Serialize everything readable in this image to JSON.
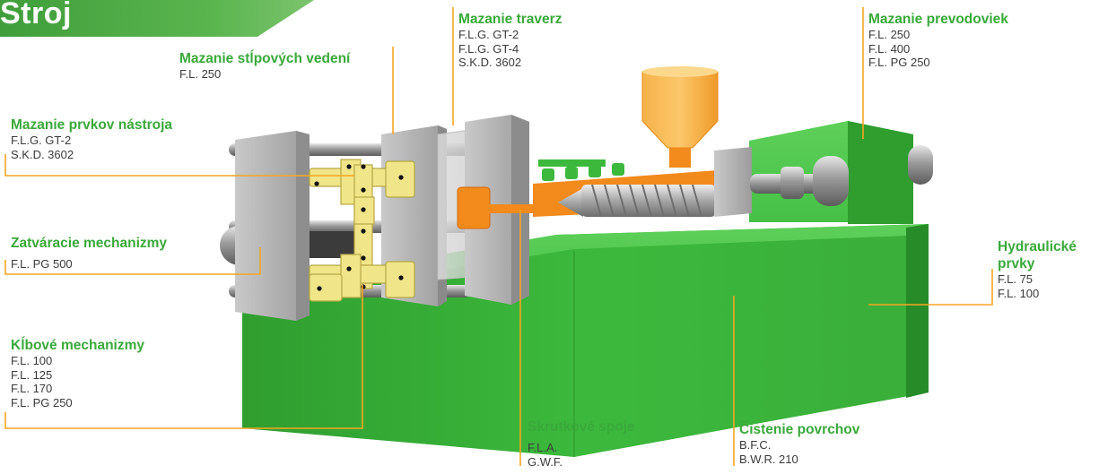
{
  "title": "Stroj",
  "colors": {
    "accent": "#3aa93a",
    "leader": "#f5a623",
    "machine_green": "#3cb93c",
    "orange": "#f28a1c",
    "yellow_parts": "#f1e58a"
  },
  "callouts": [
    {
      "id": "mazanie-stlpovych-vedeni",
      "heading": "Mazanie stĺpových vedení",
      "lines": [
        "F.L. 250"
      ]
    },
    {
      "id": "mazanie-traverz",
      "heading": "Mazanie traverz",
      "lines": [
        "F.L.G. GT-2",
        "F.L.G. GT-4",
        "S.K.D. 3602"
      ]
    },
    {
      "id": "mazanie-prevodoviek",
      "heading": "Mazanie prevodoviek",
      "lines": [
        "F.L. 250",
        "F.L. 400",
        "F.L. PG 250"
      ]
    },
    {
      "id": "mazanie-prvkov-nastroja",
      "heading": "Mazanie prvkov nástroja",
      "lines": [
        "F.L.G. GT-2",
        "S.K.D. 3602"
      ]
    },
    {
      "id": "zatvaracie-mechanizmy",
      "heading": "Zatváracie mechanizmy",
      "lines": [
        "F.L. PG 500"
      ]
    },
    {
      "id": "hydraulicke-prvky",
      "heading": "Hydraulické prvky",
      "heading_lines": [
        "Hydraulické",
        "prvky"
      ],
      "lines": [
        "F.L. 75",
        "F.L. 100"
      ]
    },
    {
      "id": "klbove-mechanizmy",
      "heading": "Kĺbové mechanizmy",
      "lines": [
        "F.L. 100",
        "F.L. 125",
        "F.L. 170",
        "F.L. PG 250"
      ]
    },
    {
      "id": "skrutkove-spoje",
      "heading": "Skrutkové spoje",
      "lines": [
        "F.L.A.",
        "G.W.F."
      ]
    },
    {
      "id": "cistenie-povrchov",
      "heading": "Čistenie povrchov",
      "lines": [
        "B.F.C.",
        "B.W.R. 210"
      ]
    }
  ]
}
